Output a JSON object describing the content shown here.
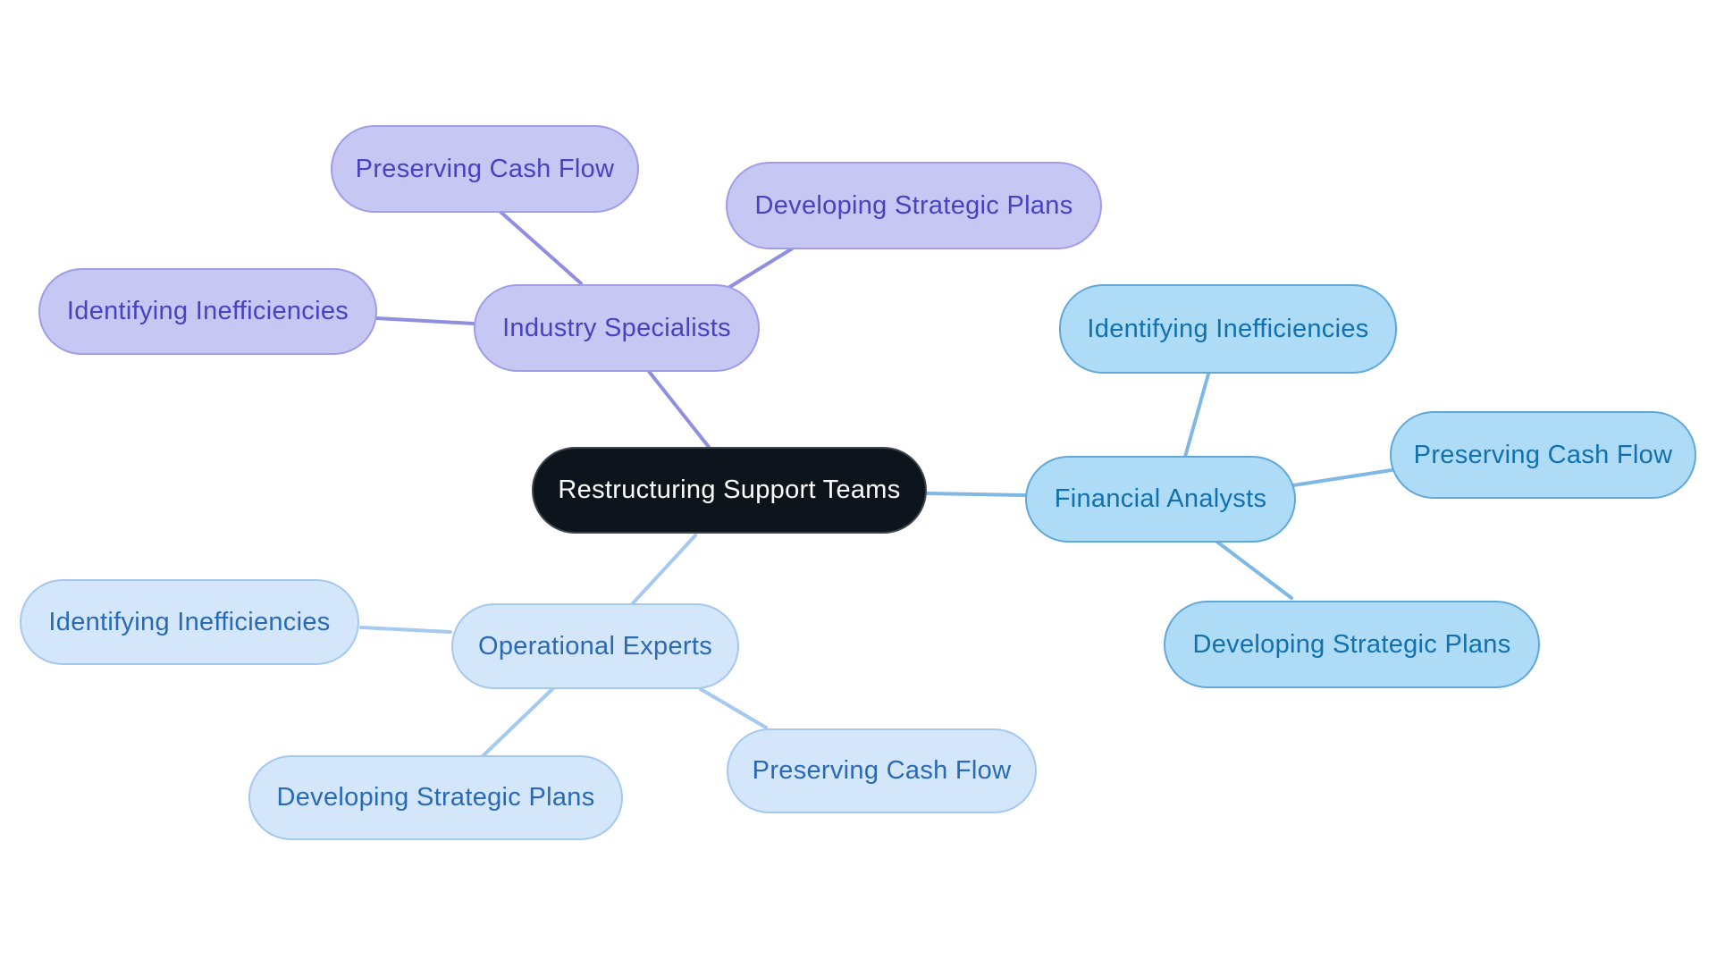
{
  "diagram": {
    "type": "mindmap",
    "title": "Restructuring Support Teams mind map",
    "background": "#ffffff"
  },
  "palette": {
    "central": {
      "fill": "#0d141b",
      "text": "#ffffff"
    },
    "industry_branch": {
      "fill": "#c7c7f3",
      "border": "#9f9ce8",
      "text": "#4842c0",
      "line": "#8f8ee0"
    },
    "financial_branch": {
      "fill": "#aedcf7",
      "border": "#5fa8d8",
      "text": "#1170ad",
      "line": "#7fb8e5"
    },
    "operational_branch": {
      "fill": "#d3e6fa",
      "border": "#a6c8ef",
      "text": "#2a6ab3",
      "line": "#a6c9f0"
    }
  },
  "nodes": {
    "central": {
      "label": "Restructuring Support Teams"
    },
    "industry_specialists": {
      "label": "Industry Specialists"
    },
    "industry_preserving_cash_flow": {
      "label": "Preserving Cash Flow"
    },
    "industry_developing_strategic_plans": {
      "label": "Developing Strategic Plans"
    },
    "industry_identifying_inefficiencies": {
      "label": "Identifying Inefficiencies"
    },
    "financial_analysts": {
      "label": "Financial Analysts"
    },
    "financial_identifying_inefficiencies": {
      "label": "Identifying Inefficiencies"
    },
    "financial_preserving_cash_flow": {
      "label": "Preserving Cash Flow"
    },
    "financial_developing_strategic_plans": {
      "label": "Developing Strategic Plans"
    },
    "operational_experts": {
      "label": "Operational Experts"
    },
    "operational_identifying_inefficiencies": {
      "label": "Identifying Inefficiencies"
    },
    "operational_developing_strategic_plans": {
      "label": "Developing Strategic Plans"
    },
    "operational_preserving_cash_flow": {
      "label": "Preserving Cash Flow"
    }
  },
  "structure": {
    "root": "Restructuring Support Teams",
    "branches": [
      {
        "parent": "Industry Specialists",
        "children": [
          "Preserving Cash Flow",
          "Developing Strategic Plans",
          "Identifying Inefficiencies"
        ]
      },
      {
        "parent": "Financial Analysts",
        "children": [
          "Identifying Inefficiencies",
          "Preserving Cash Flow",
          "Developing Strategic Plans"
        ]
      },
      {
        "parent": "Operational Experts",
        "children": [
          "Identifying Inefficiencies",
          "Developing Strategic Plans",
          "Preserving Cash Flow"
        ]
      }
    ]
  }
}
